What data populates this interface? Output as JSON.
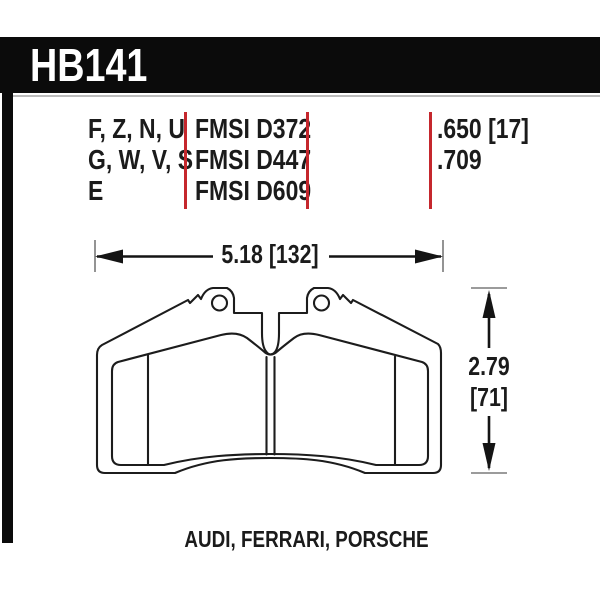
{
  "header": {
    "part_number": "HB141",
    "bar_color": "#0b0b0b",
    "text_color": "#ffffff"
  },
  "spec_table": {
    "divider_color": "#c5272d",
    "compounds": {
      "lines": [
        "F, Z, N, U",
        "G, W, V, S",
        "E"
      ]
    },
    "fmsi": {
      "lines": [
        "FMSI D372",
        "FMSI D447",
        "FMSI D609"
      ]
    },
    "thickness": {
      "lines": [
        ".650 [17]",
        ".709"
      ]
    }
  },
  "dimensions": {
    "width_label": "5.18 [132]",
    "height_value_in": "2.79",
    "height_value_mm": "[71]"
  },
  "applications": "AUDI, FERRARI, PORSCHE"
}
